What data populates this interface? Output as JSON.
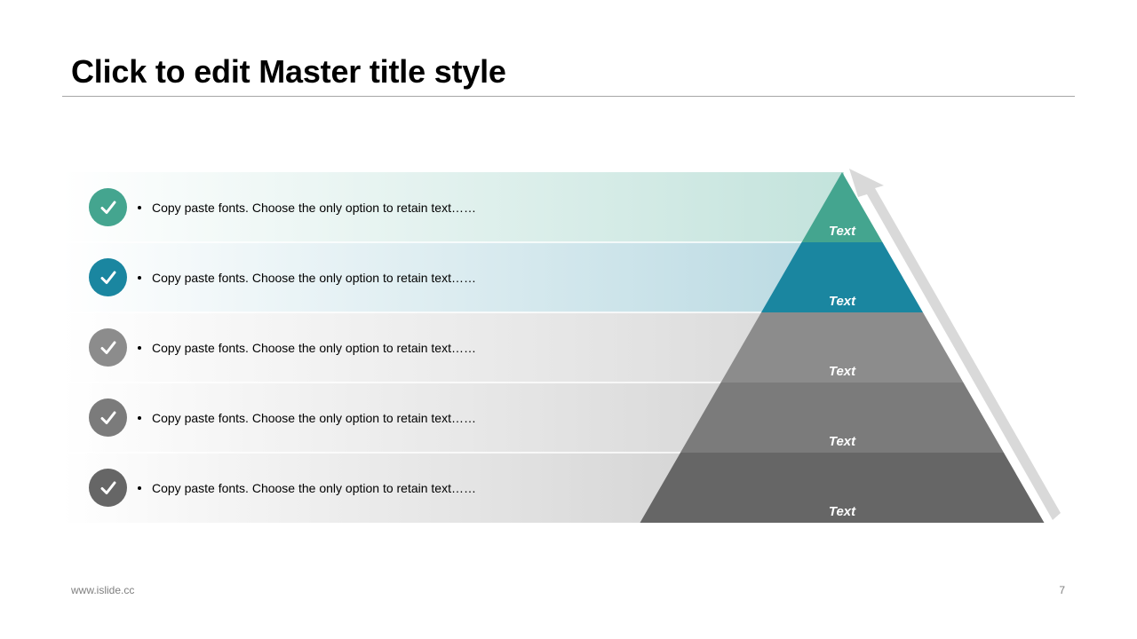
{
  "slide": {
    "title": "Click to edit Master title style",
    "footer_url": "www.islide.cc",
    "page_number": "7"
  },
  "levels": [
    {
      "label": "Text",
      "description": "Copy paste fonts. Choose the only option to retain text……",
      "color": "#44a58f",
      "band_color": "#c3e3dc",
      "icon": "check-icon"
    },
    {
      "label": "Text",
      "description": "Copy paste fonts. Choose the only option to retain text……",
      "color": "#1a86a0",
      "band_color": "#bcdbe3",
      "icon": "check-icon"
    },
    {
      "label": "Text",
      "description": "Copy paste fonts. Choose the only option to retain text……",
      "color": "#8c8c8c",
      "band_color": "#dcdcdc",
      "icon": "check-icon"
    },
    {
      "label": "Text",
      "description": "Copy paste fonts. Choose the only option to retain text……",
      "color": "#7b7b7b",
      "band_color": "#d9d9d9",
      "icon": "check-icon"
    },
    {
      "label": "Text",
      "description": "Copy paste fonts. Choose the only option to retain text……",
      "color": "#666666",
      "band_color": "#d6d6d6",
      "icon": "check-icon"
    }
  ],
  "arrow_color": "#d9d9d9"
}
